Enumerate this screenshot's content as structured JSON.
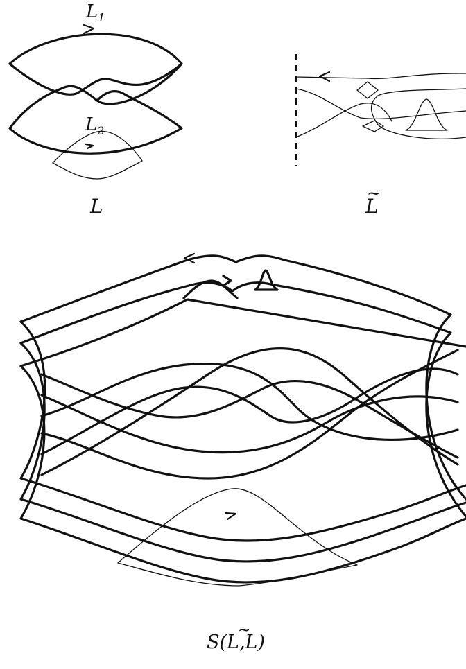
{
  "labels": {
    "component_1": {
      "base": "L",
      "sub": "1"
    },
    "component_2": {
      "base": "L",
      "sub": "2"
    },
    "left_caption": "L",
    "right_caption": "L",
    "right_caption_accent": "~",
    "bottom_caption": {
      "prefix": "S(L,",
      "tilde_symbol": "L",
      "tilde_accent": "~",
      "suffix": ")"
    }
  }
}
